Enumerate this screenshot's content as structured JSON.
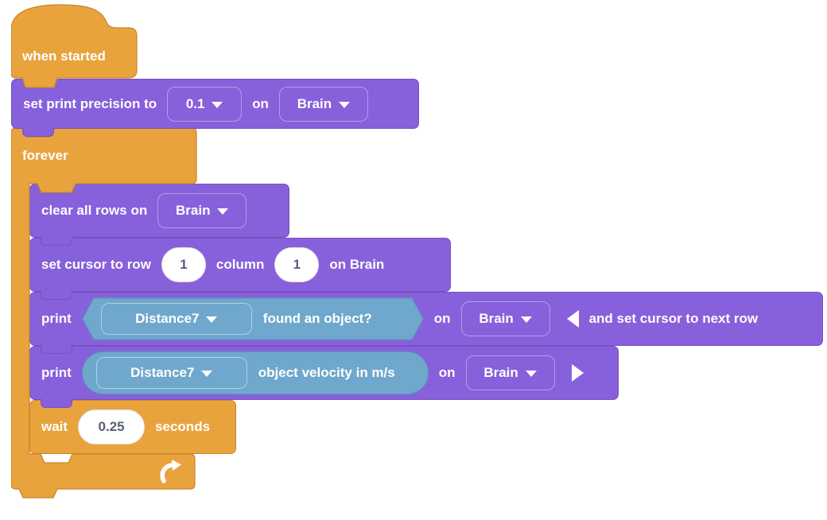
{
  "palette": {
    "orange_fill": "#E9A33D",
    "orange_stroke": "#C8862B",
    "purple_fill": "#8760DB",
    "purple_stroke": "#7A4FC0",
    "blue_fill": "#6FA8CC",
    "blue_stroke": "#5E98BE",
    "field_text": "#575E75",
    "label_text": "#FFFFFF"
  },
  "blocks": {
    "when_started": {
      "label": "when started"
    },
    "set_precision": {
      "label_1": "set print precision to",
      "precision_value": "0.1",
      "label_2": "on",
      "device_value": "Brain"
    },
    "forever": {
      "label": "forever"
    },
    "clear_rows": {
      "label_1": "clear all rows on",
      "device_value": "Brain"
    },
    "set_cursor": {
      "label_1": "set cursor to row",
      "row_value": "1",
      "label_2": "column",
      "column_value": "1",
      "label_3": "on Brain"
    },
    "print_found": {
      "label_1": "print",
      "sensor_value": "Distance7",
      "reporter_label": "found an object?",
      "label_2": "on",
      "device_value": "Brain",
      "label_3": "and set cursor to next row"
    },
    "print_velocity": {
      "label_1": "print",
      "sensor_value": "Distance7",
      "reporter_label": "object velocity in m/s",
      "label_2": "on",
      "device_value": "Brain"
    },
    "wait": {
      "label_1": "wait",
      "duration_value": "0.25",
      "label_2": "seconds"
    }
  },
  "icons": {
    "caret_down": "caret-down-icon",
    "collapse_left": "collapse-left-icon",
    "expand_right": "expand-right-icon",
    "loop_arrow": "loop-arrow-icon"
  }
}
